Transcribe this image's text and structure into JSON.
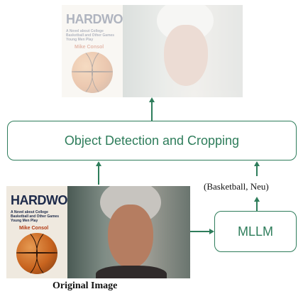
{
  "boxes": {
    "detection": "Object Detection and Cropping",
    "mllm": "MLLM"
  },
  "labels": {
    "mllm_output": "(Basketball, Neu)",
    "original_image": "Original Image"
  },
  "book": {
    "title": "HARDWOOD",
    "subtitle": "A Novel about College Basketball and Other Games Young Men Play",
    "author": "Mike Consol"
  },
  "colors": {
    "accent": "#2e7d5b",
    "ball": "#c8641f",
    "book_background": "#efe9df"
  }
}
